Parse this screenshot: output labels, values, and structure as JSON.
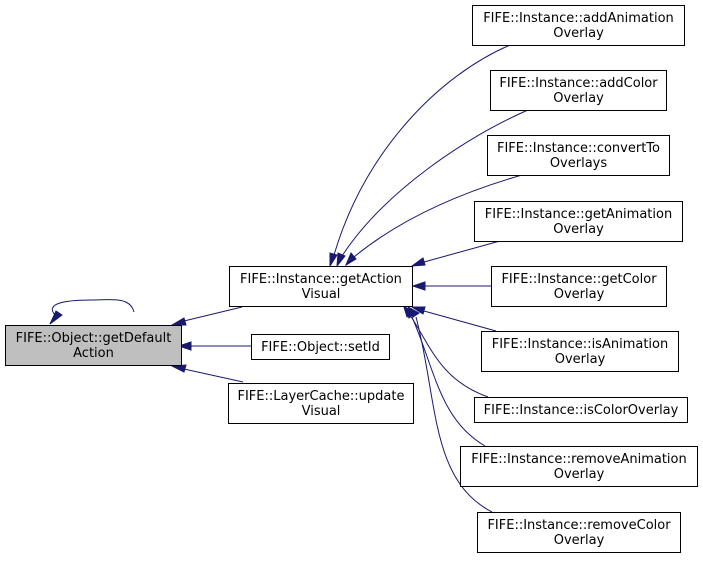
{
  "graph": {
    "nodes": [
      {
        "id": "root",
        "lines": [
          "FIFE::Object::getDefault",
          "Action"
        ],
        "root": true
      },
      {
        "id": "getActionVisual",
        "lines": [
          "FIFE::Instance::getAction",
          "Visual"
        ]
      },
      {
        "id": "setId",
        "lines": [
          "FIFE::Object::setId"
        ]
      },
      {
        "id": "updateVisual",
        "lines": [
          "FIFE::LayerCache::update",
          "Visual"
        ]
      },
      {
        "id": "addAnimationOverlay",
        "lines": [
          "FIFE::Instance::addAnimation",
          "Overlay"
        ]
      },
      {
        "id": "addColorOverlay",
        "lines": [
          "FIFE::Instance::addColor",
          "Overlay"
        ]
      },
      {
        "id": "convertToOverlays",
        "lines": [
          "FIFE::Instance::convertTo",
          "Overlays"
        ]
      },
      {
        "id": "getAnimationOverlay",
        "lines": [
          "FIFE::Instance::getAnimation",
          "Overlay"
        ]
      },
      {
        "id": "getColorOverlay",
        "lines": [
          "FIFE::Instance::getColor",
          "Overlay"
        ]
      },
      {
        "id": "isAnimationOverlay",
        "lines": [
          "FIFE::Instance::isAnimation",
          "Overlay"
        ]
      },
      {
        "id": "isColorOverlay",
        "lines": [
          "FIFE::Instance::isColorOverlay"
        ]
      },
      {
        "id": "removeAnimationOverlay",
        "lines": [
          "FIFE::Instance::removeAnimation",
          "Overlay"
        ]
      },
      {
        "id": "removeColorOverlay",
        "lines": [
          "FIFE::Instance::removeColor",
          "Overlay"
        ]
      }
    ],
    "edges": [
      {
        "from": "root",
        "to": "root"
      },
      {
        "from": "getActionVisual",
        "to": "root"
      },
      {
        "from": "setId",
        "to": "root"
      },
      {
        "from": "updateVisual",
        "to": "root"
      },
      {
        "from": "addAnimationOverlay",
        "to": "getActionVisual"
      },
      {
        "from": "addColorOverlay",
        "to": "getActionVisual"
      },
      {
        "from": "convertToOverlays",
        "to": "getActionVisual"
      },
      {
        "from": "getAnimationOverlay",
        "to": "getActionVisual"
      },
      {
        "from": "getColorOverlay",
        "to": "getActionVisual"
      },
      {
        "from": "isAnimationOverlay",
        "to": "getActionVisual"
      },
      {
        "from": "isColorOverlay",
        "to": "getActionVisual"
      },
      {
        "from": "removeAnimationOverlay",
        "to": "getActionVisual"
      },
      {
        "from": "removeColorOverlay",
        "to": "getActionVisual"
      }
    ],
    "colors": {
      "edge": "#191970",
      "root_fill": "#bfbfbf",
      "node_fill": "#ffffff",
      "border": "#000000"
    }
  }
}
